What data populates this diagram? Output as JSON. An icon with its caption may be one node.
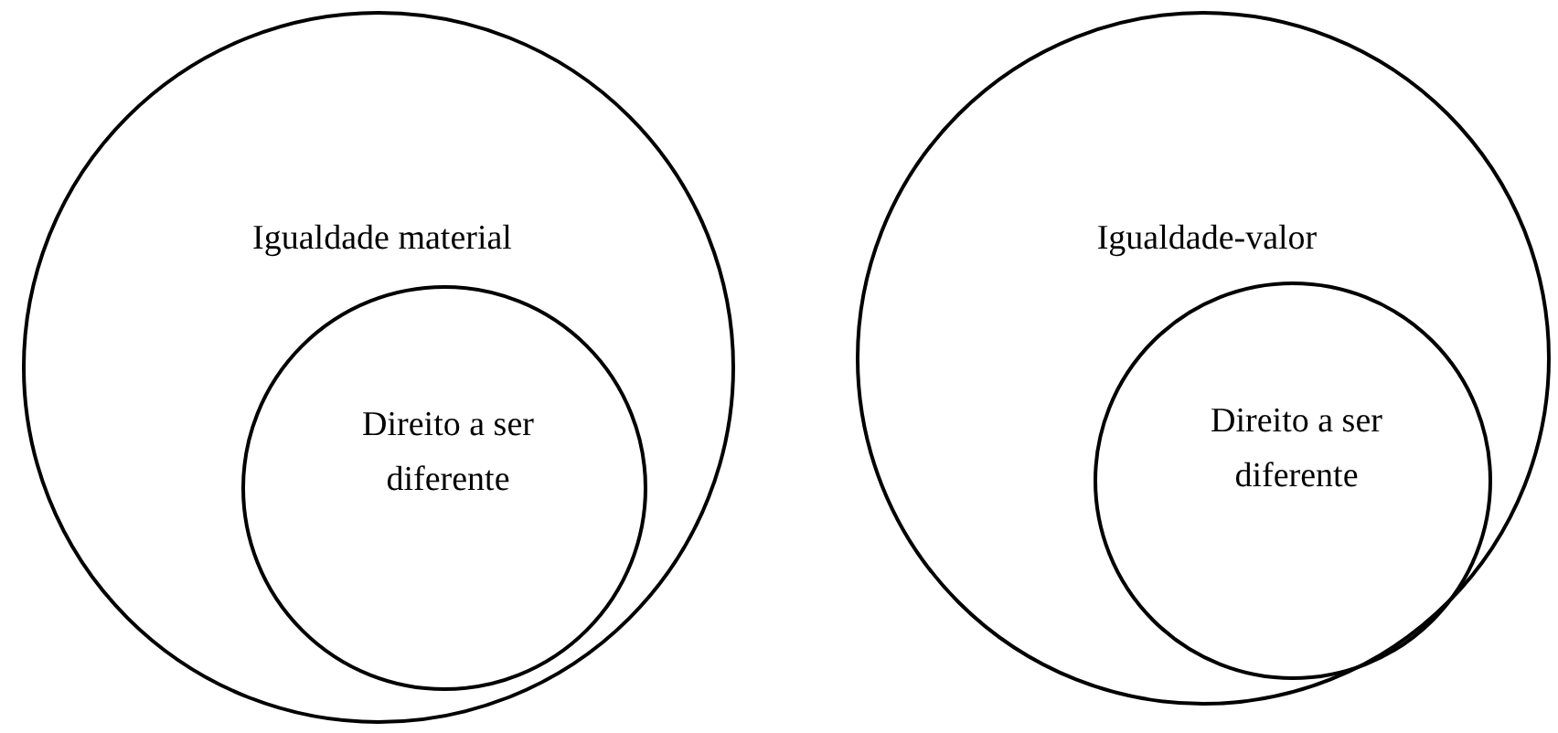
{
  "diagram": {
    "nodes": [
      {
        "text": [
          "Igualdade material"
        ]
      },
      {
        "text": [
          "Direito a ser diferente"
        ],
        "in": 0
      },
      {
        "text": [
          "Igualdade-valor"
        ]
      },
      {
        "text": [
          "Direito a ser diferente"
        ],
        "in": 2
      }
    ]
  }
}
